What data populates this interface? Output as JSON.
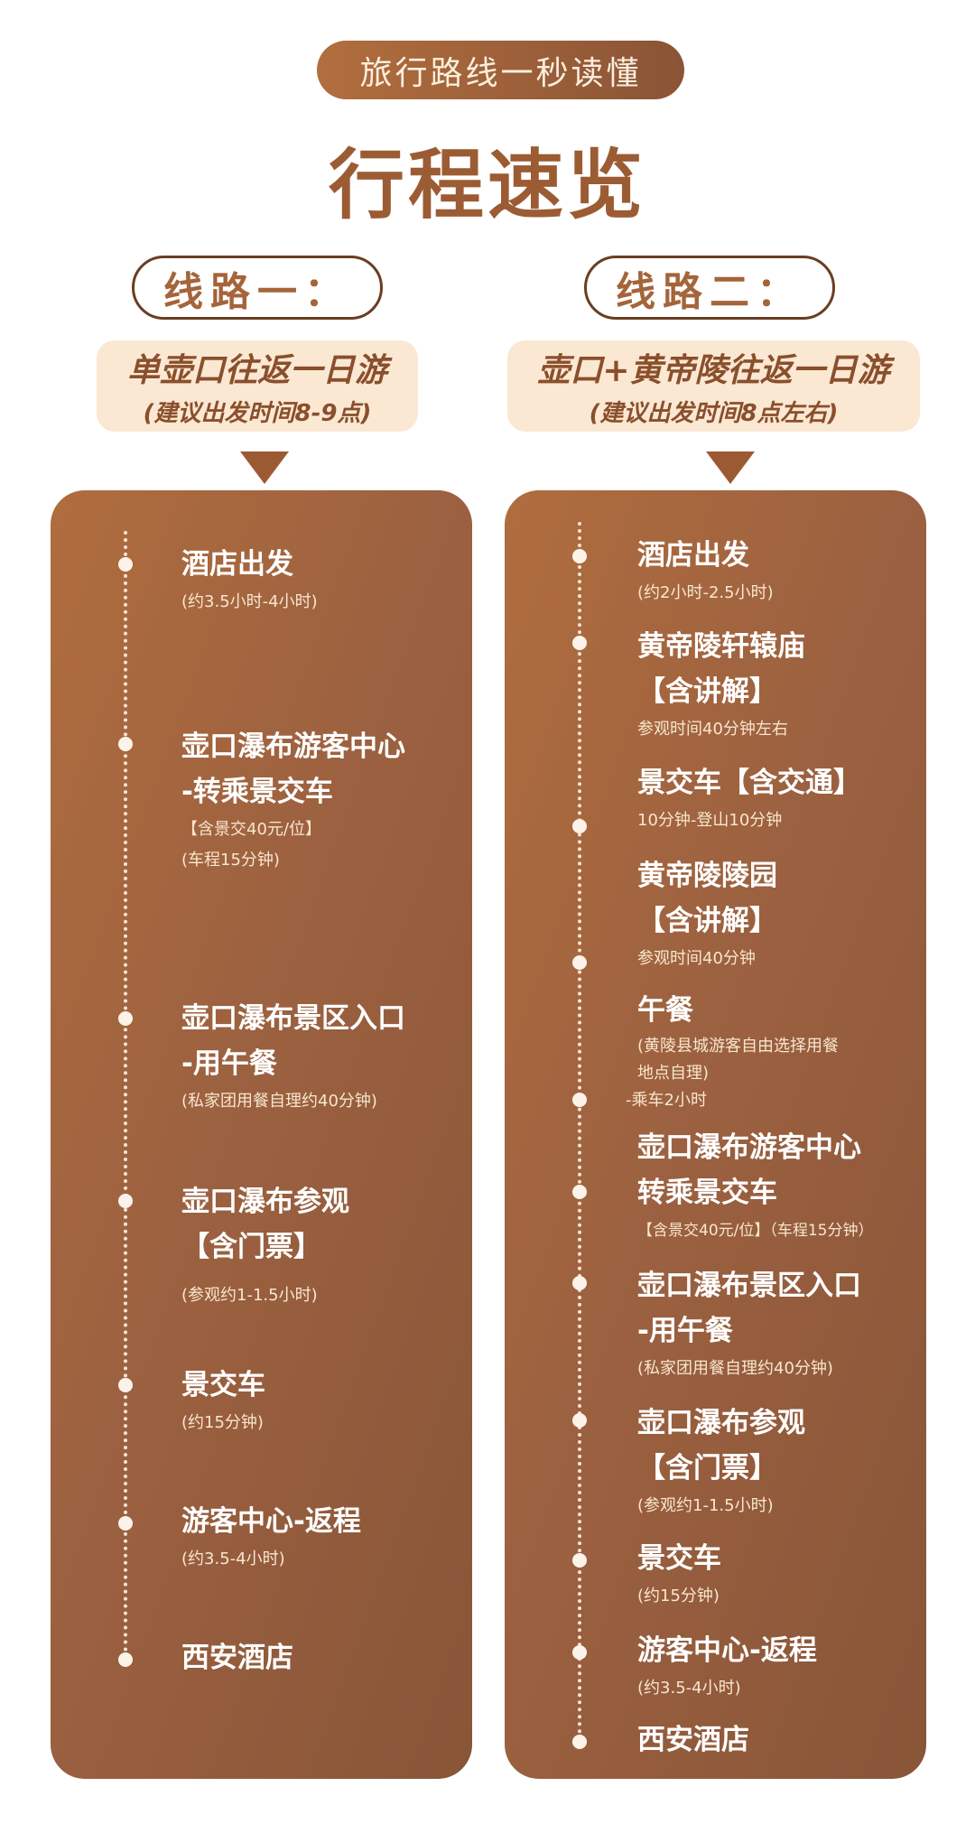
{
  "header": {
    "tagline": "旅行路线一秒读懂",
    "title": "行程速览"
  },
  "routes": [
    {
      "label": "线路一：",
      "name": "单壶口往返一日游",
      "note": "(建议出发时间8-9点)",
      "items": [
        {
          "title": [
            "酒店出发"
          ],
          "sub": [
            "(约3.5小时-4小时)"
          ]
        },
        {
          "title": [
            "壶口瀑布游客中心",
            "-转乘景交车"
          ],
          "sub": [
            "【含景交40元/位】",
            "(车程15分钟)"
          ]
        },
        {
          "title": [
            "壶口瀑布景区入口",
            "-用午餐"
          ],
          "sub": [
            "(私家团用餐自理约40分钟)"
          ]
        },
        {
          "title": [
            "壶口瀑布参观",
            "【含门票】"
          ],
          "sub": [
            "(参观约1-1.5小时)"
          ]
        },
        {
          "title": [
            "景交车"
          ],
          "sub": [
            "(约15分钟)"
          ]
        },
        {
          "title": [
            "游客中心-返程"
          ],
          "sub": [
            "(约3.5-4小时)"
          ]
        },
        {
          "title": [
            "西安酒店"
          ],
          "sub": []
        }
      ]
    },
    {
      "label": "线路二：",
      "name": "壶口+黄帝陵往返一日游",
      "note": "(建议出发时间8点左右)",
      "items": [
        {
          "title": [
            "酒店出发"
          ],
          "sub": [
            "(约2小时-2.5小时)"
          ]
        },
        {
          "title": [
            "黄帝陵轩辕庙",
            "【含讲解】"
          ],
          "sub": [
            "参观时间40分钟左右"
          ]
        },
        {
          "title": [
            "景交车【含交通】"
          ],
          "sub": [
            "10分钟-登山10分钟"
          ]
        },
        {
          "title": [
            "黄帝陵陵园",
            "【含讲解】"
          ],
          "sub": [
            "参观时间40分钟"
          ]
        },
        {
          "title": [
            "午餐"
          ],
          "sub": [
            "(黄陵县城游客自由选择用餐",
            "地点自理)",
            "-乘车2小时"
          ]
        },
        {
          "title": [
            "壶口瀑布游客中心",
            "转乘景交车"
          ],
          "sub": [
            "【含景交40元/位】（车程15分钟）"
          ]
        },
        {
          "title": [
            "壶口瀑布景区入口",
            "-用午餐"
          ],
          "sub": [
            "(私家团用餐自理约40分钟)"
          ]
        },
        {
          "title": [
            "壶口瀑布参观",
            "【含门票】"
          ],
          "sub": [
            "(参观约1-1.5小时)"
          ]
        },
        {
          "title": [
            "景交车"
          ],
          "sub": [
            "(约15分钟)"
          ]
        },
        {
          "title": [
            "游客中心-返程"
          ],
          "sub": [
            "(约3.5-4小时)"
          ]
        },
        {
          "title": [
            "西安酒店"
          ],
          "sub": []
        }
      ]
    }
  ]
}
